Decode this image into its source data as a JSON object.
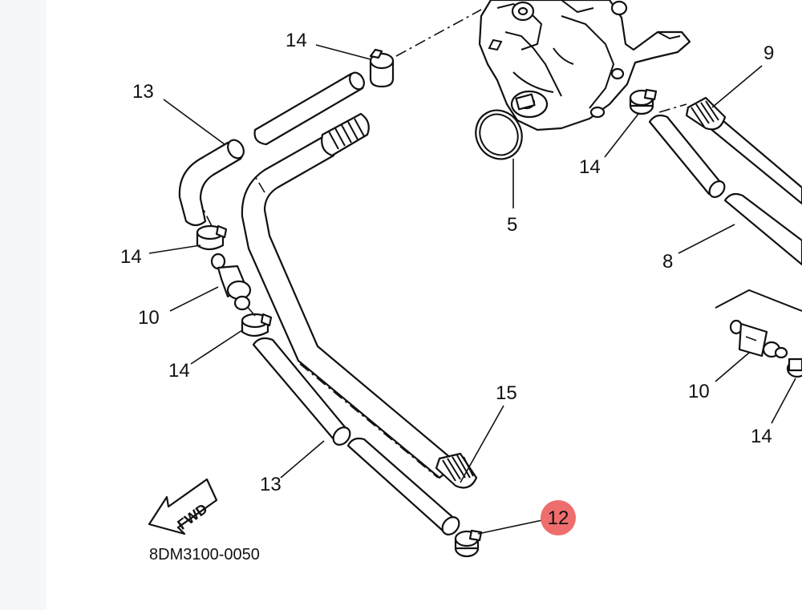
{
  "diagram": {
    "drawing_code": "8DM3100-0050",
    "direction_label": "FWD",
    "callouts": {
      "c5": "5",
      "c8": "8",
      "c9": "9",
      "c10_left": "10",
      "c10_right": "10",
      "c12": "12",
      "c13_top": "13",
      "c13_bottom": "13",
      "c14_top": "14",
      "c14_left_upper": "14",
      "c14_left_lower": "14",
      "c14_pump": "14",
      "c14_right": "14",
      "c15": "15"
    },
    "highlight_color": "#ee6e6e"
  }
}
